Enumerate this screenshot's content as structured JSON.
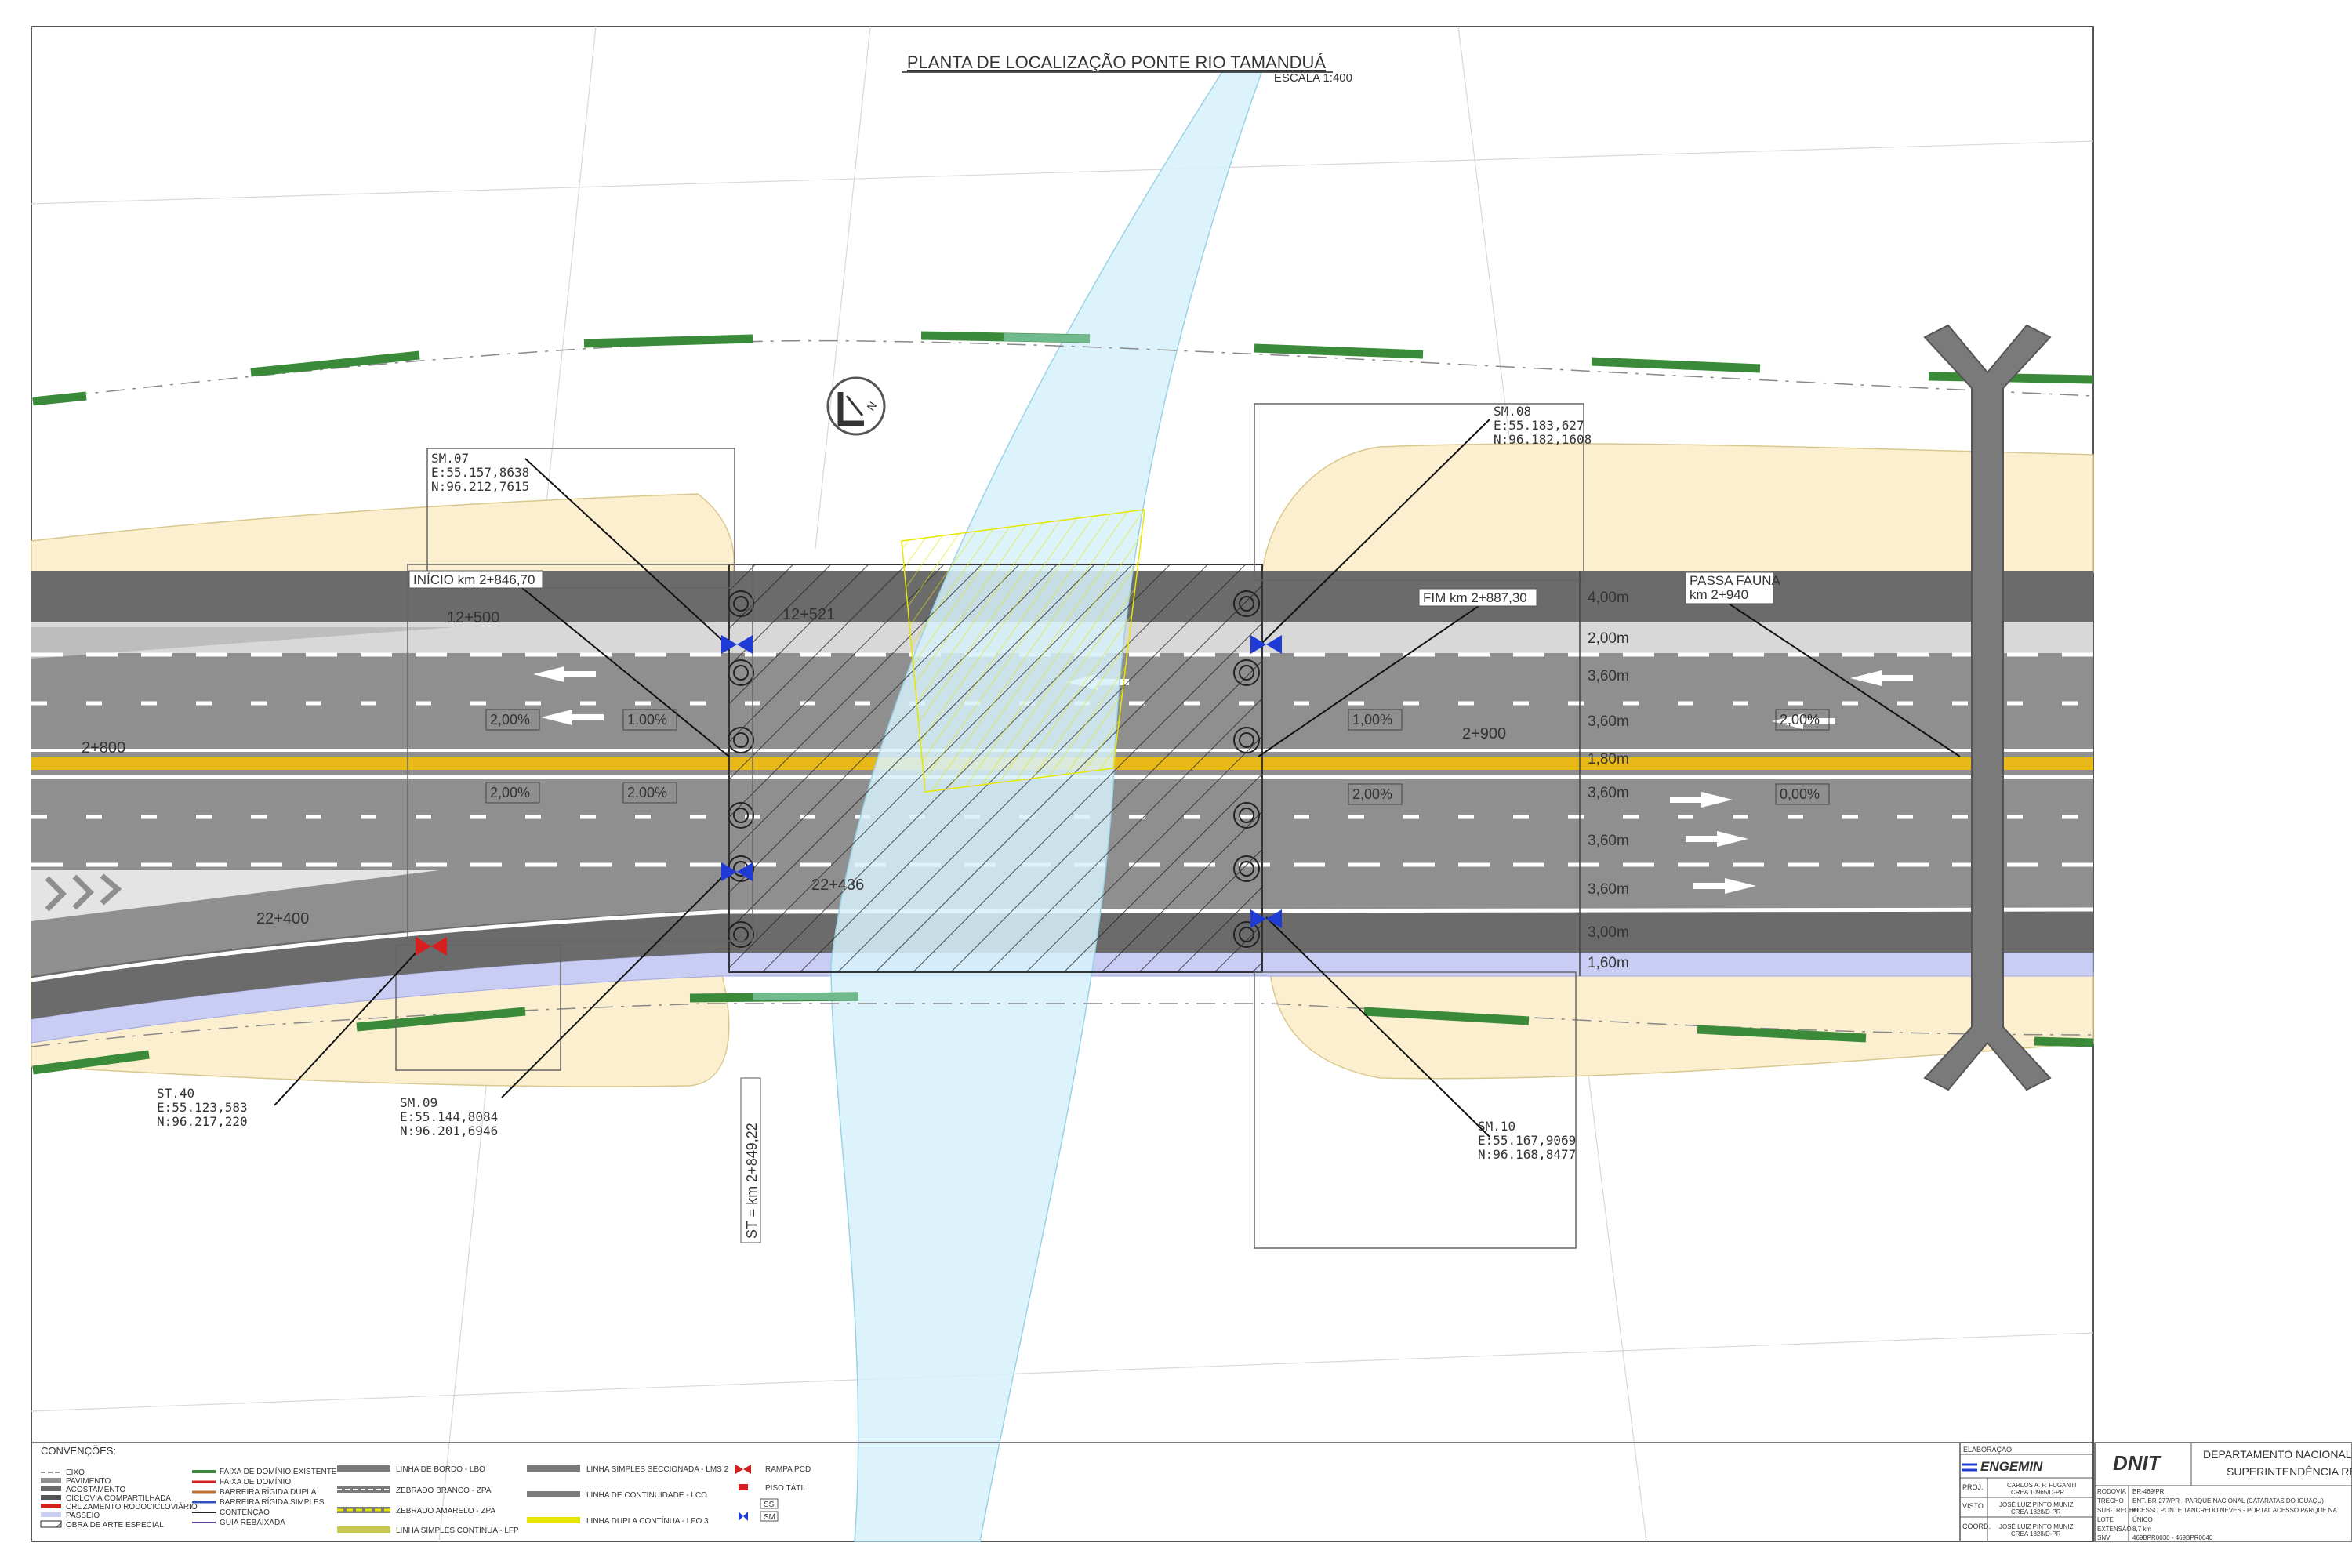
{
  "title": "PLANTA DE LOCALIZAÇÃO PONTE RIO TAMANDUÁ",
  "scale": "ESCALA 1:400",
  "north": "N",
  "stations": {
    "s12500": "12+500",
    "s12521": "12+521",
    "s2800": "2+800",
    "s2900": "2+900",
    "s22400": "22+400",
    "s22436": "22+436"
  },
  "markers": {
    "inicio": "INÍCIO km 2+846,70",
    "fim": "FIM km 2+887,30",
    "passa_fauna_1": "PASSA FAUNA",
    "passa_fauna_2": "km 2+940",
    "st_center": "ST = km 2+849,22"
  },
  "survey_points": {
    "sm07": [
      "SM.07",
      "E:55.157,8638",
      "N:96.212,7615"
    ],
    "sm08": [
      "SM.08",
      "E:55.183,627",
      "N:96.182,1608"
    ],
    "sm09": [
      "SM.09",
      "E:55.144,8084",
      "N:96.201,6946"
    ],
    "sm10": [
      "SM.10",
      "E:55.167,9069",
      "N:96.168,8477"
    ],
    "st40": [
      "ST.40",
      "E:55.123,583",
      "N:96.217,220"
    ]
  },
  "slopes": {
    "a": "2,00%",
    "b": "1,00%",
    "c": "2,00%",
    "d": "2,00%",
    "e": "1,00%",
    "f": "2,00%",
    "g": "2,00%",
    "h": "0,00%"
  },
  "widths": [
    "4,00m",
    "2,00m",
    "3,60m",
    "3,60m",
    "1,80m",
    "3,60m",
    "3,60m",
    "3,60m",
    "3,00m",
    "1,60m"
  ],
  "legend": {
    "heading": "CONVENÇÕES:",
    "col1": [
      "EIXO",
      "PAVIMENTO",
      "ACOSTAMENTO",
      "CICLOVIA COMPARTILHADA",
      "CRUZAMENTO RODOCICLOVIÁRIO",
      "PASSEIO",
      "OBRA DE ARTE ESPECIAL"
    ],
    "col2": [
      "FAIXA DE DOMÍNIO EXISTENTE",
      "FAIXA DE DOMÍNIO",
      "BARREIRA RÍGIDA DUPLA",
      "BARREIRA RÍGIDA SIMPLES",
      "CONTENÇÃO",
      "GUIA REBAIXADA"
    ],
    "col3": [
      "LINHA DE BORDO - LBO",
      "ZEBRADO BRANCO - ZPA",
      "ZEBRADO AMARELO - ZPA",
      "LINHA SIMPLES CONTÍNUA - LFP"
    ],
    "col4": [
      "LINHA SIMPLES SECCIONADA - LMS 2",
      "LINHA DE CONTINUIDADE - LCO",
      "LINHA DUPLA CONTÍNUA - LFO 3"
    ],
    "col5": [
      "RAMPA PCD",
      "PISO TÁTIL",
      "SS",
      "SM"
    ]
  },
  "titleblock": {
    "elaboracao": "ELABORAÇÃO",
    "engemin": "ENGEMIN",
    "dnit": "DNIT",
    "dept1": "DEPARTAMENTO NACIONAL DE",
    "dept2": "SUPERINTENDÊNCIA REG",
    "roles": [
      "PROJ.",
      "VISTO",
      "COORD."
    ],
    "people": [
      "CARLOS A. P. FUGANTI",
      "CREA 10965/D-PR",
      "JOSÉ LUIZ PINTO MUNIZ",
      "CREA 1828/D-PR",
      "JOSÉ LUIZ PINTO MUNIZ",
      "CREA 1828/D-PR"
    ],
    "fields": [
      "RODOVIA",
      "TRECHO",
      "SUB-TRECHO",
      "LOTE",
      "EXTENSÃO",
      "SNV"
    ],
    "values": [
      "BR-469/PR",
      "ENT. BR-277/PR - PARQUE NACIONAL (CATARATAS DO IGUAÇU)",
      "ACESSO PONTE TANCREDO NEVES - PORTAL ACESSO PARQUE NA",
      "ÚNICO",
      "8,7 km",
      "469BPR0030 - 469BPR0040"
    ]
  },
  "colors": {
    "road": "#8f8f8f",
    "shoulder": "#6b6b6b",
    "river": "#d7f1fb",
    "earth": "#fbefd0",
    "median": "#e8b818",
    "bike": "#c9cdf4",
    "green": "#3a8a3a"
  }
}
